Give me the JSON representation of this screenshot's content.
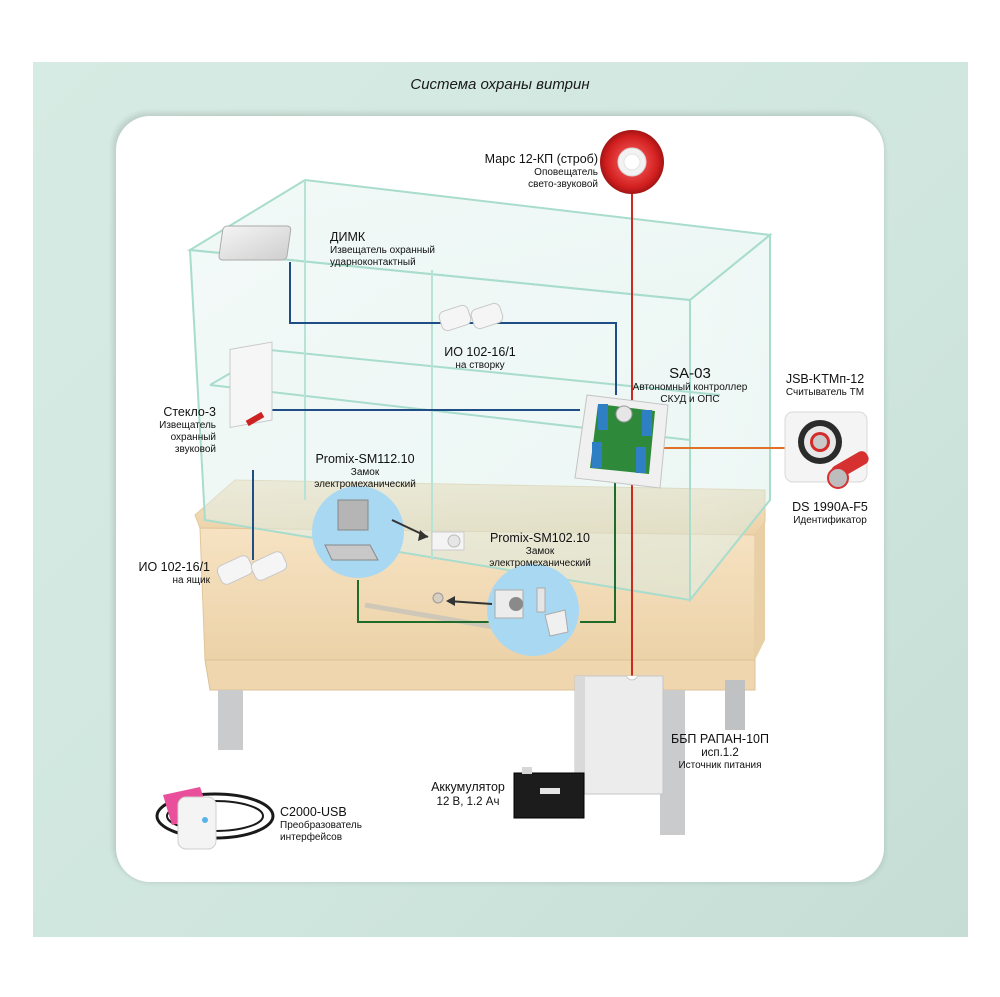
{
  "title": "Система охраны витрин",
  "colors": {
    "background_frame": "#d2e8e0",
    "card": "#ffffff",
    "wire_blue": "#1f4e86",
    "wire_red": "#cc2a1e",
    "wire_green": "#1e6b2a",
    "wire_orange": "#e0702a",
    "glass_edge": "#9fd3c4",
    "wood": "#f2dcb8",
    "lock_circle": "#a9d8f3"
  },
  "devices": {
    "siren": {
      "name": "Марс 12-КП (строб)",
      "desc1": "Оповещатель",
      "desc2": "свето-звуковой"
    },
    "dimk": {
      "name": "ДИМК",
      "desc1": "Извещатель охранный",
      "desc2": "ударноконтактный"
    },
    "io_door": {
      "name": "ИО 102-16/1",
      "desc1": "на створку"
    },
    "controller": {
      "name": "SA-03",
      "desc1": "Автономный контроллер",
      "desc2": "СКУД и ОПС"
    },
    "reader": {
      "name": "JSB-KTMп-12",
      "desc1": "Считыватель ТМ"
    },
    "key": {
      "name": "DS 1990A-F5",
      "desc1": "Идентификатор"
    },
    "steklo": {
      "name": "Стекло-3",
      "desc1": "Извещатель",
      "desc2": "охранный",
      "desc3": "звуковой"
    },
    "lock1": {
      "name": "Promix-SM112.10",
      "desc1": "Замок",
      "desc2": "электромеханический"
    },
    "lock2": {
      "name": "Promix-SM102.10",
      "desc1": "Замок",
      "desc2": "электромеханический"
    },
    "io_drawer": {
      "name": "ИО 102-16/1",
      "desc1": "на ящик"
    },
    "psu": {
      "name": "ББП РАПАН-10П",
      "desc1": "исп.1.2",
      "desc2": "Источник питания"
    },
    "battery": {
      "name": "Аккумулятор",
      "desc1": "12 В, 1.2 Ач"
    },
    "usb": {
      "name": "С2000-USB",
      "desc1": "Преобразователь",
      "desc2": "интерфейсов"
    }
  }
}
